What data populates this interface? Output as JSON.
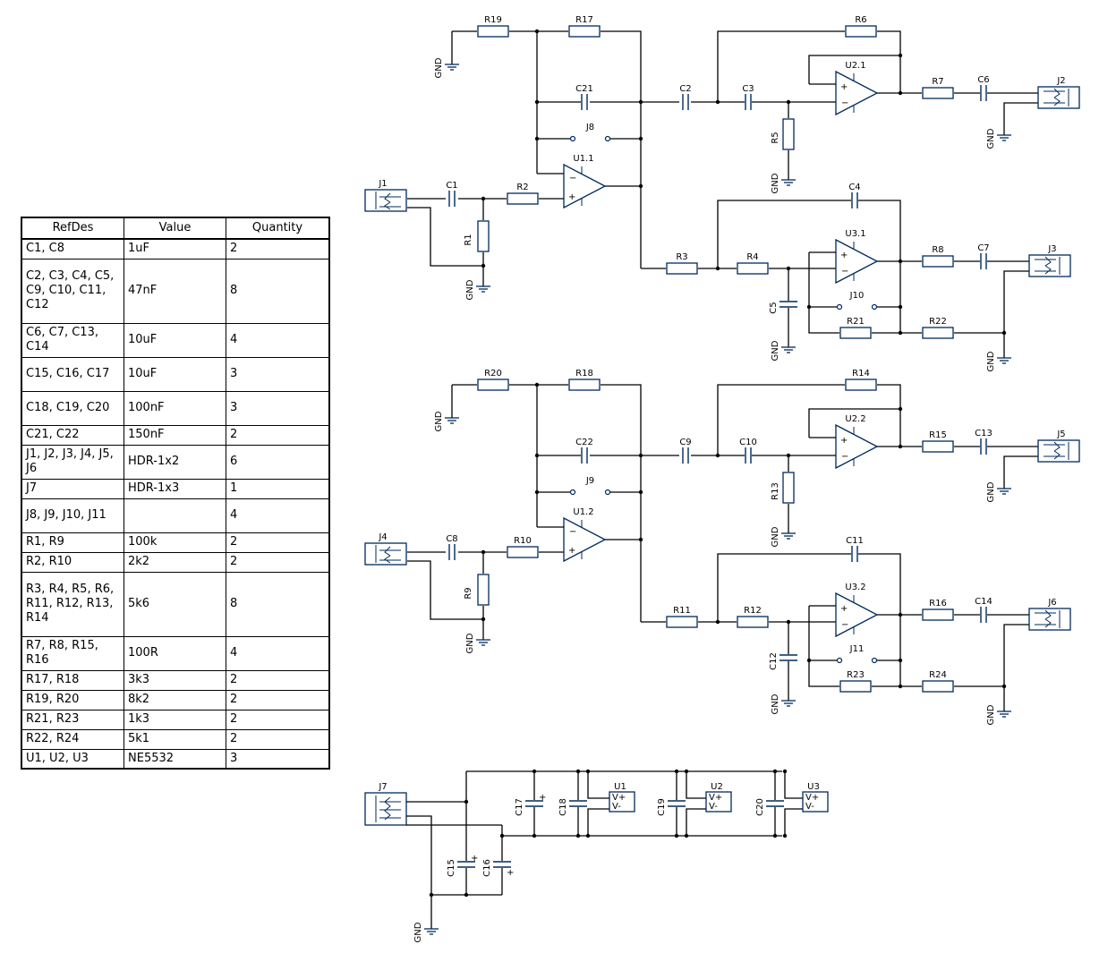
{
  "bom": {
    "headers": [
      "RefDes",
      "Value",
      "Quantity"
    ],
    "rows": [
      {
        "refdes": "C1, C8",
        "value": "1uF",
        "qty": "2"
      },
      {
        "refdes": "C2, C3, C4, C5, C9, C10, C11, C12",
        "value": "47nF",
        "qty": "8"
      },
      {
        "refdes": "C6, C7, C13, C14",
        "value": "10uF",
        "qty": "4"
      },
      {
        "refdes": "C15, C16, C17",
        "value": "10uF",
        "qty": "3"
      },
      {
        "refdes": "C18, C19, C20",
        "value": "100nF",
        "qty": "3"
      },
      {
        "refdes": "C21, C22",
        "value": "150nF",
        "qty": "2"
      },
      {
        "refdes": "J1, J2, J3, J4, J5, J6",
        "value": "HDR-1x2",
        "qty": "6"
      },
      {
        "refdes": "J7",
        "value": "HDR-1x3",
        "qty": "1"
      },
      {
        "refdes": "J8, J9, J10, J11",
        "value": "",
        "qty": "4"
      },
      {
        "refdes": "R1, R9",
        "value": "100k",
        "qty": "2"
      },
      {
        "refdes": "R2, R10",
        "value": "2k2",
        "qty": "2"
      },
      {
        "refdes": "R3, R4, R5, R6, R11, R12, R13, R14",
        "value": "5k6",
        "qty": "8"
      },
      {
        "refdes": "R7, R8, R15, R16",
        "value": "100R",
        "qty": "4"
      },
      {
        "refdes": "R17, R18",
        "value": "3k3",
        "qty": "2"
      },
      {
        "refdes": "R19, R20",
        "value": "8k2",
        "qty": "2"
      },
      {
        "refdes": "R21, R23",
        "value": "1k3",
        "qty": "2"
      },
      {
        "refdes": "R22, R24",
        "value": "5k1",
        "qty": "2"
      },
      {
        "refdes": "U1, U2, U3",
        "value": "NE5532",
        "qty": "3"
      }
    ]
  },
  "schematic": {
    "colors": {
      "wire": "#000000",
      "component": "#002a5c",
      "text": "#000000"
    },
    "gnd_label": "GND",
    "pin_vplus": "V+",
    "pin_vminus": "V-",
    "opamp_minus": "−",
    "opamp_plus": "+",
    "polarity_plus": "+",
    "resistors": [
      "R19",
      "R17",
      "R6",
      "R7",
      "R5",
      "R2",
      "R1",
      "R3",
      "R4",
      "R8",
      "R21",
      "R22",
      "R20",
      "R18",
      "R14",
      "R15",
      "R13",
      "R10",
      "R9",
      "R11",
      "R12",
      "R16",
      "R23",
      "R24"
    ],
    "capacitors": [
      "C21",
      "C2",
      "C3",
      "C6",
      "C1",
      "C4",
      "C7",
      "C5",
      "C22",
      "C9",
      "C10",
      "C13",
      "C8",
      "C11",
      "C14",
      "C12",
      "C17",
      "C18",
      "C19",
      "C20",
      "C15",
      "C16"
    ],
    "connectors": [
      "J1",
      "J2",
      "J3",
      "J4",
      "J5",
      "J6",
      "J7"
    ],
    "jumpers": [
      "J8",
      "J10",
      "J9",
      "J11"
    ],
    "opamps": [
      "U1.1",
      "U2.1",
      "U3.1",
      "U1.2",
      "U2.2",
      "U3.2"
    ],
    "supply_units": [
      "U1",
      "U2",
      "U3"
    ]
  }
}
